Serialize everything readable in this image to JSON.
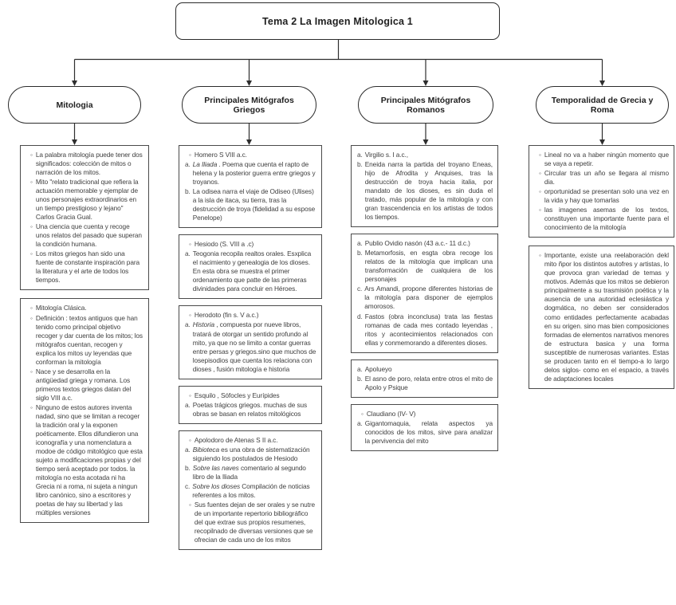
{
  "title": "Tema 2 La Imagen Mitologica 1",
  "colors": {
    "ink": "#2e2e2e",
    "box_border": "#4a4a4a",
    "background": "#ffffff"
  },
  "headers": [
    {
      "label": "Mitologia"
    },
    {
      "label": "Principales Mitógrafos Griegos"
    },
    {
      "label": "Principales Mitógrafos Romanos"
    },
    {
      "label": "Temporalidad de Grecia y Roma"
    }
  ],
  "columns": [
    {
      "name": "mitologia",
      "boxes": [
        {
          "items": [
            {
              "m": "◦",
              "t": "La palabra mitología puede tener dos significados: colección de mitos o narración de los mitos."
            },
            {
              "m": "◦",
              "t": "Mito \"relato tradicional que refiera la actuación memorable y ejemplar de unos personajes extraordinarios en un tiempo prestigioso y lejano\" Carlos Gracia Gual."
            },
            {
              "m": "◦",
              "t": "Una ciencia que cuenta y recoge unos relatos del pasado que superan la condición humana."
            },
            {
              "m": "◦",
              "t": "Los mitos griegos han sido una fuente de constante inspiración para la literatura y el arte de todos los tiempos."
            }
          ]
        },
        {
          "items": [
            {
              "m": "◦",
              "t": "Mitología Clásica."
            },
            {
              "m": "◦",
              "t": "Definición : textos antiguos que han tenido como principal objetivo recoger y dar cuenta de los mitos; los mitógrafos cuentan, recogen y explica los mitos uy leyendas que conforman la mitología"
            },
            {
              "m": "◦",
              "t": "Nace y se desarrolla en la antigüedad griega y romana. Los primeros textos griegos datan del siglo VIII a.c."
            },
            {
              "m": "◦",
              "t": "Ninguno de estos autores inventa nadad, sino que se limitan a recoger la tradición oral y la exponen poéticamente. Ellos difundieron una iconografía y una nomenclatura a modoe de código mitológico que esta sujeto a modificaciones propias y del tiempo será aceptado por todos. la mitología no esta acotada ni ha Grecia ni a roma, ni sujeta a ningun libro canónico, sino a escritores y poetas de hay su libertad y las múltiples versiones"
            }
          ]
        }
      ]
    },
    {
      "name": "mitografos-griegos",
      "boxes": [
        {
          "items": [
            {
              "m": "◦",
              "t": "Homero S VIII a.c."
            },
            {
              "m": "a.",
              "i": "La Iliada",
              "t": " . Poema que cuenta el rapto de helena y la posterior guerra entre griegos y troyanos."
            },
            {
              "m": "b.",
              "t": "La odisea narra el viaje de Odiseo (Ulises) a la isla de itaca, su tierra, tras la destrucción de troya (fidelidad a su espose Penelope)"
            }
          ]
        },
        {
          "items": [
            {
              "m": "◦",
              "t": "Hesiodo (S. VIII a .c)"
            },
            {
              "m": "a.",
              "t": "Teogonia recopila realtos orales. Esxplica el nacimiento y genealogia de los dioses. En esta obra se muestra el primer ordenamiento que patte de las primeras divinidades para concluir en Héroes."
            }
          ]
        },
        {
          "items": [
            {
              "m": "◦",
              "t": "Herodoto (fin s. V a.c.)"
            },
            {
              "m": "a.",
              "i": "Historia",
              "t": " , compuesta por nueve libros, tratará de otorgar un sentido profundo al mito, ya que no se limito a contar guerras entre persas y griegos.sino que muchos de losepisodios que cuenta los relaciona con dioses , fusión mitología e historia"
            }
          ]
        },
        {
          "items": [
            {
              "m": "◦",
              "t": "Esquilo , Sófocles y Eurípides"
            },
            {
              "m": "a.",
              "t": "Poetas trágicos griegos. muchas de sus obras se basan en relatos mitológicos"
            }
          ]
        },
        {
          "items": [
            {
              "m": "◦",
              "t": "Apolodoro de Atenas S II a.c."
            },
            {
              "m": "a.",
              "i": "Bibioteca",
              "t": "  es una obra de sistematización siguiendo los postulados de Hesiodo"
            },
            {
              "m": "b.",
              "i": "Sobre las naves",
              "t": " comentario al segundo libro de la Iliada"
            },
            {
              "m": "c.",
              "i": "Sobre los dioses",
              "t": " Compilación de noticias referentes a los mitos."
            },
            {
              "m": "◦",
              "t": "Sus fuentes dejan de ser orales y se nutre de un importante repertorio bibliográfico del que extrae sus propios resumenes, recopilnado de diversas versiones que se ofrecian de cada uno de los mitos"
            }
          ]
        }
      ]
    },
    {
      "name": "mitografos-romanos",
      "boxes": [
        {
          "items": [
            {
              "m": "a.",
              "t": "Virgilio  s. I a.c.,"
            },
            {
              "m": "b.",
              "t": "Eneida narra la partida del troyano Eneas, hijo de Afrodita y Anquises, tras la destrucción de troya hacia italia, por mandato de los dioses, es sin duda el tratado, más popular de la mitología y con gran trascendencia en los artistas de todos los tiempos."
            }
          ]
        },
        {
          "items": [
            {
              "m": "a.",
              "t": "Publio Ovidio nasón (43 a.c.- 11 d.c.)"
            },
            {
              "m": "b.",
              "t": "Metamorfosis, en esgta obra recoge los relatos de la mitología que implican una transformación de cualquiera de los personajes"
            },
            {
              "m": "c.",
              "t": "Ars Amandi, propone diferentes historias de la mitología para disponer de ejemplos amorosos."
            },
            {
              "m": "d.",
              "t": "Fastos (obra inconclusa) trata las fiestas romanas de cada mes contado leyendas , ritos y acontecimientos relacionados con ellas y conmemorando a diferentes dioses."
            }
          ]
        },
        {
          "items": [
            {
              "m": "a.",
              "t": "Apolueyo"
            },
            {
              "m": "b.",
              "t": "El asno de poro, relata entre otros el mito de Apolo y Psique"
            }
          ]
        },
        {
          "items": [
            {
              "m": "◦",
              "t": "Claudiano (IV- V)"
            },
            {
              "m": "a.",
              "t": "Gigantomaquia, relata aspectos ya conocidos de los mitos, sirve para analizar la pervivencia del  mito"
            }
          ]
        }
      ]
    },
    {
      "name": "temporalidad",
      "boxes": [
        {
          "items": [
            {
              "m": "◦",
              "t": "Lineal no va a haber ningún momento que se vaya a repetir."
            },
            {
              "m": "◦",
              "t": "Circular tras un año se llegara al mismo dia."
            },
            {
              "m": "◦",
              "t": "orportunidad se presentan solo una vez en la vida y hay que tomarlas"
            },
            {
              "m": "◦",
              "t": "las imagenes asemas de los textos, constituyen una importante fuente para el  conocimiento de la mitología"
            }
          ]
        },
        {
          "items": [
            {
              "m": "◦",
              "t": "Importante, existe una reelaboración dekl mito ñpor los distintos autofres y artistas, lo que provoca gran variedad de temas y motivos. Además que los mitos se debieron principalmente a su trasmisión poética y la ausencia de una autoridad eclesiástica y dogmática, no deben ser considerados como entidades perfectamente acabadas en su origen. sino mas bien  composiciones formadas de elementos narrativos menores de estructura basica y una forma susceptible de numerosas variantes. Estas se producen  tanto en el tiempo-a lo largo delos siglos- como en el espacio, a través de adaptaciones locales"
            }
          ]
        }
      ]
    }
  ]
}
